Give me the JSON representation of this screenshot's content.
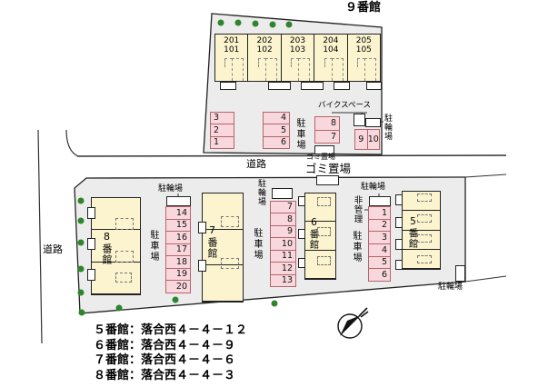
{
  "colors": {
    "parcel_fill": "#ececec",
    "building_fill": "#fbf4cf",
    "parking_spot_fill": "#f8d8dc",
    "parking_spot_border": "#b5646c",
    "tree_green": "#2d862d"
  },
  "building9": {
    "title": "９番館",
    "units": [
      {
        "upper": "201",
        "lower": "101"
      },
      {
        "upper": "202",
        "lower": "102"
      },
      {
        "upper": "203",
        "lower": "103"
      },
      {
        "upper": "204",
        "lower": "104"
      },
      {
        "upper": "205",
        "lower": "105"
      }
    ]
  },
  "top_lot": {
    "spots_left": [
      "3",
      "2",
      "1"
    ],
    "spots_mid": [
      "4",
      "5",
      "6"
    ],
    "parking_label": "駐車場",
    "bike_space_label": "バイクスペース",
    "spots_mid2": [
      "8",
      "7"
    ],
    "spots_right": [
      "9",
      "10"
    ],
    "bike_parking_label": "駐輪場",
    "garbage_label": "ゴミ置場"
  },
  "road": {
    "label": "道路",
    "garbage_label": "ゴミ置場"
  },
  "left_road": {
    "label": "道路"
  },
  "bottom_lot": {
    "col_a": {
      "bike_label": "駐輪場",
      "parking_label": "駐車場",
      "spots": [
        "14",
        "15",
        "16",
        "17",
        "18",
        "19",
        "20"
      ]
    },
    "col_b": {
      "bike_label": "駐輪場",
      "parking_label": "駐車場",
      "spots": [
        "7",
        "8",
        "9",
        "10",
        "11",
        "12",
        "13"
      ]
    },
    "col_c": {
      "bike_label": "駐輪場",
      "unmanaged_label": "非管理",
      "parking_label": "駐車場",
      "spots": [
        "1",
        "2",
        "3",
        "4",
        "5",
        "6"
      ]
    },
    "building8_label": "8番館",
    "building7_label": "7番館",
    "building6_label": "6番館",
    "building5_label": "5番館",
    "corner_bike_label": "駐輪場"
  },
  "legend": {
    "addresses": [
      "５番館：落合西４－４－１２",
      "６番館：落合西４－４－９",
      "７番館：落合西４－４－６",
      "８番館：落合西４－４－３"
    ]
  }
}
